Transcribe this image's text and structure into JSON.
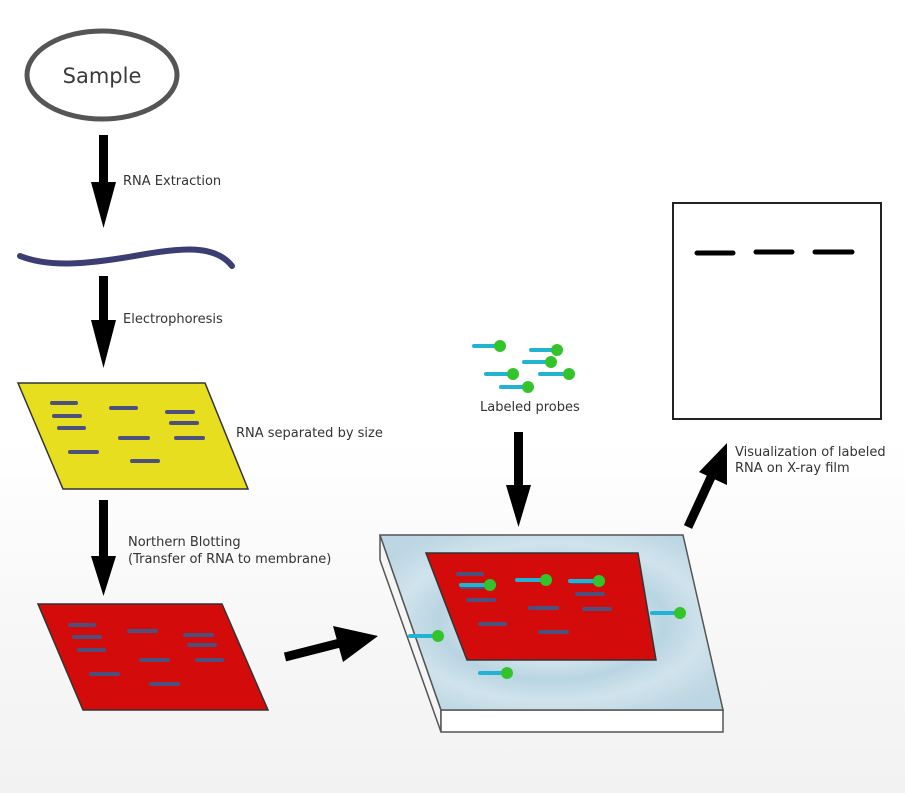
{
  "nodes": {
    "sample": "Sample",
    "rna_extraction": "RNA Extraction",
    "electrophoresis": "Electrophoresis",
    "rna_separated": "RNA separated by size",
    "northern_line1": "Northern Blotting",
    "northern_line2": "(Transfer of RNA to membrane)",
    "labeled_probes": "Labeled probes",
    "visualization_line1": "Visualization of labeled",
    "visualization_line2": "RNA on X-ray film"
  },
  "colors": {
    "gel": "#e6de1e",
    "membrane": "#d40b0b",
    "band": "#4d4f7d",
    "probe_stem": "#22b3d3",
    "probe_head": "#33c42b",
    "tray_top": "#c5dde8",
    "rna_strand": "#3c3d73",
    "arrow": "#000000"
  }
}
